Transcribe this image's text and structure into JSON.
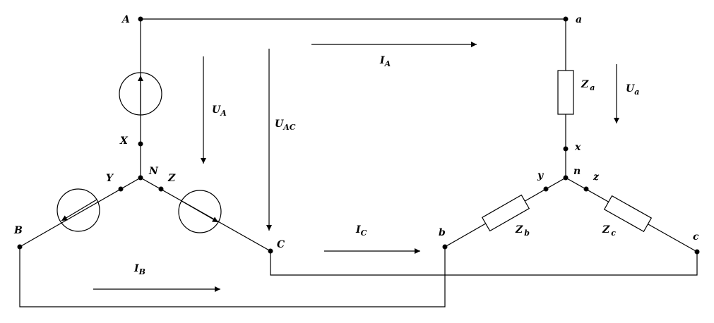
{
  "nodes": {
    "A": "A",
    "X": "X",
    "N": "N",
    "Y": "Y",
    "Z": "Z",
    "B": "B",
    "C": "C",
    "a": "a",
    "x": "x",
    "n": "n",
    "y": "y",
    "z": "z",
    "b": "b",
    "c": "c"
  },
  "labels": {
    "IA": {
      "main": "I",
      "sub": "A"
    },
    "IB": {
      "main": "I",
      "sub": "B"
    },
    "IC": {
      "main": "I",
      "sub": "C"
    },
    "UA": {
      "main": "U",
      "sub": "A"
    },
    "UAC": {
      "main": "U",
      "sub": "AC"
    },
    "Ua": {
      "main": "U",
      "sub": "a"
    },
    "Za": {
      "main": "Z",
      "sub": "a"
    },
    "Zb": {
      "main": "Z",
      "sub": "b"
    },
    "Zc": {
      "main": "Z",
      "sub": "c"
    }
  }
}
